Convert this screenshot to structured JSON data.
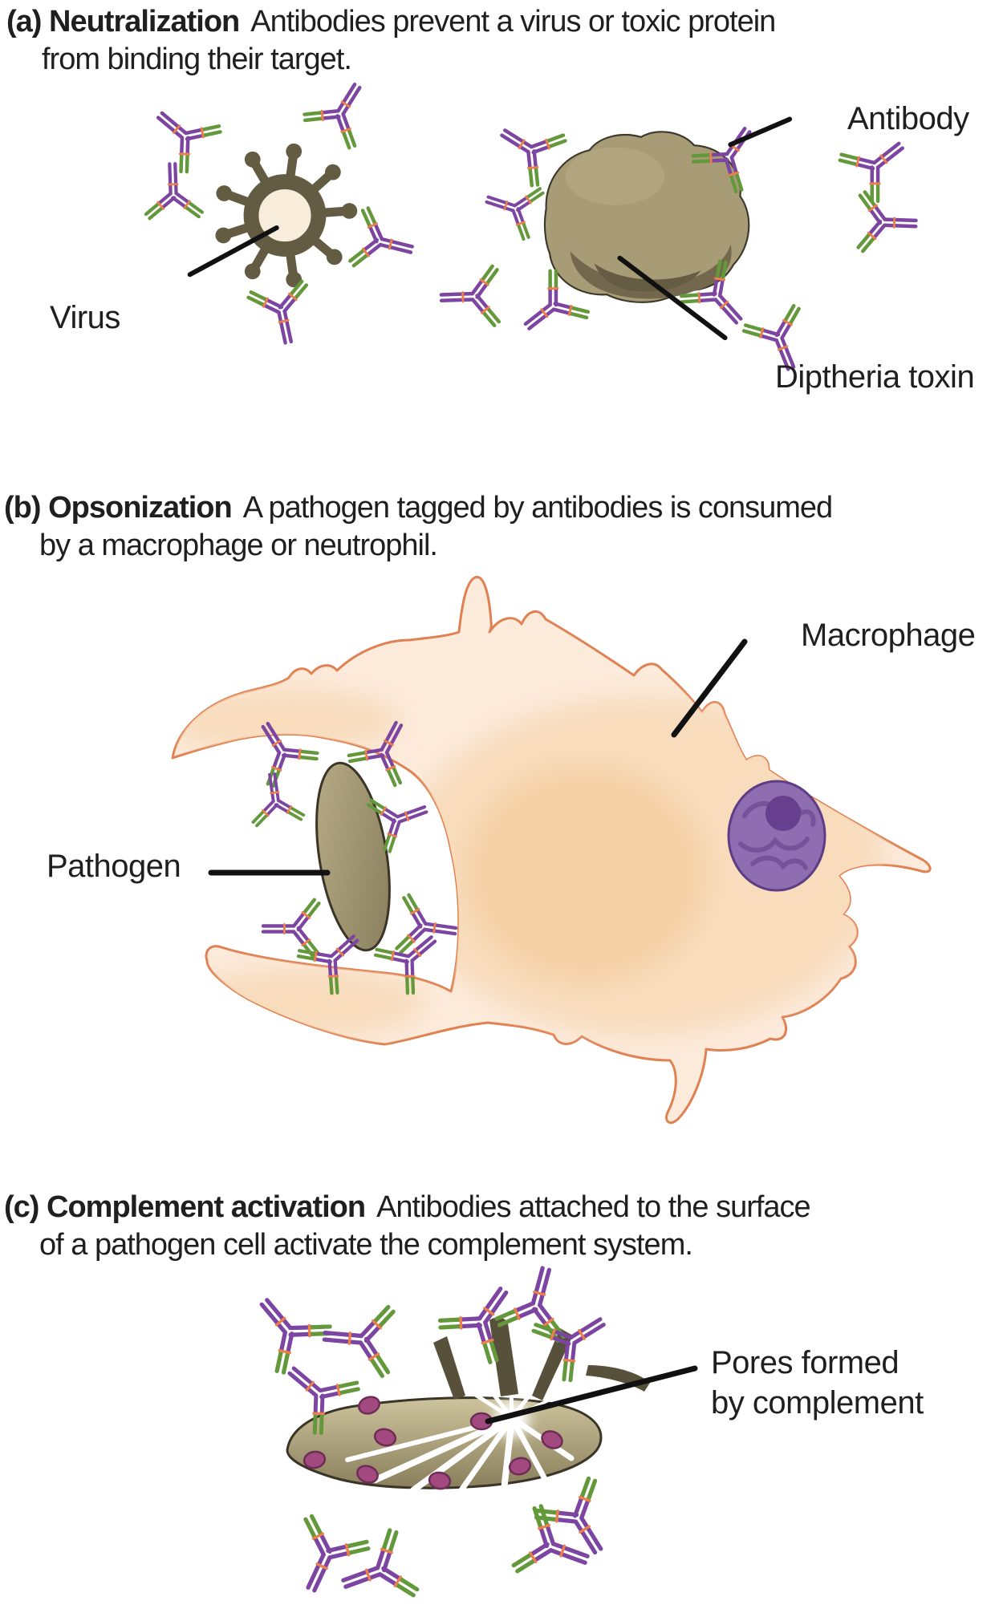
{
  "figure_title": "Antibody functions diagram",
  "sections": {
    "a": {
      "heading_bold": "(a) Neutralization",
      "heading_rest": "Antibodies prevent a virus or toxic protein",
      "heading_line2": "from binding their target."
    },
    "b": {
      "heading_bold": "(b) Opsonization",
      "heading_rest": "A pathogen tagged by antibodies is consumed",
      "heading_line2": "by a macrophage or neutrophil."
    },
    "c": {
      "heading_bold": "(c) Complement activation",
      "heading_rest": "Antibodies attached to the surface",
      "heading_line2": "of a pathogen cell activate the complement system."
    }
  },
  "labels": {
    "virus": "Virus",
    "antibody": "Antibody",
    "toxin": "Diptheria toxin",
    "pathogen": "Pathogen",
    "macrophage": "Macrophage",
    "pores_line1": "Pores formed",
    "pores_line2": "by complement"
  },
  "icons": {
    "antibody": "y-shaped-antibody",
    "virus": "spiked-virus-particle",
    "toxin": "toxin-blob",
    "macrophage": "macrophage-cell",
    "nucleus": "cell-nucleus",
    "pathogen": "oval-pathogen",
    "lysed_pathogen": "lysed-pathogen-cell",
    "pore": "complement-pore",
    "burst": "lysis-burst"
  },
  "colors": {
    "ab-purple": "#7c45a1",
    "ab-green": "#63993a",
    "ab-bond": "#ec7f4a",
    "virus-olive": "#635c43",
    "virus-core": "#f8ecdb",
    "toxin-body": "#a89c77",
    "toxin-highlight": "#b5aa84",
    "toxin-fold": "#73684d",
    "toxin-fold-deep": "#665c44",
    "toxin-outline": "#3c382b",
    "cell-fill": "#fceadb",
    "cell-shade": "#f8dcbc",
    "cell-shade-deep": "#f5d0a6",
    "cell-outline": "#df8152",
    "nucleus-fill": "#8f6db1",
    "nucleus-outline": "#5e3c86",
    "nucleus-dark": "#66408f",
    "chromatin": "#755398",
    "pathogen-light": "#b9ae88",
    "pathogen-dark": "#877c5a",
    "pathogen-outline": "#3a3526",
    "loaf-top": "#cdc39c",
    "loaf-bottom": "#8a7f5c",
    "pore-fill": "#a2497f",
    "pore-outline": "#6d2d55",
    "burst-dark": "#57503a",
    "line-color": "#111111",
    "text-color": "#1f1f1f"
  }
}
